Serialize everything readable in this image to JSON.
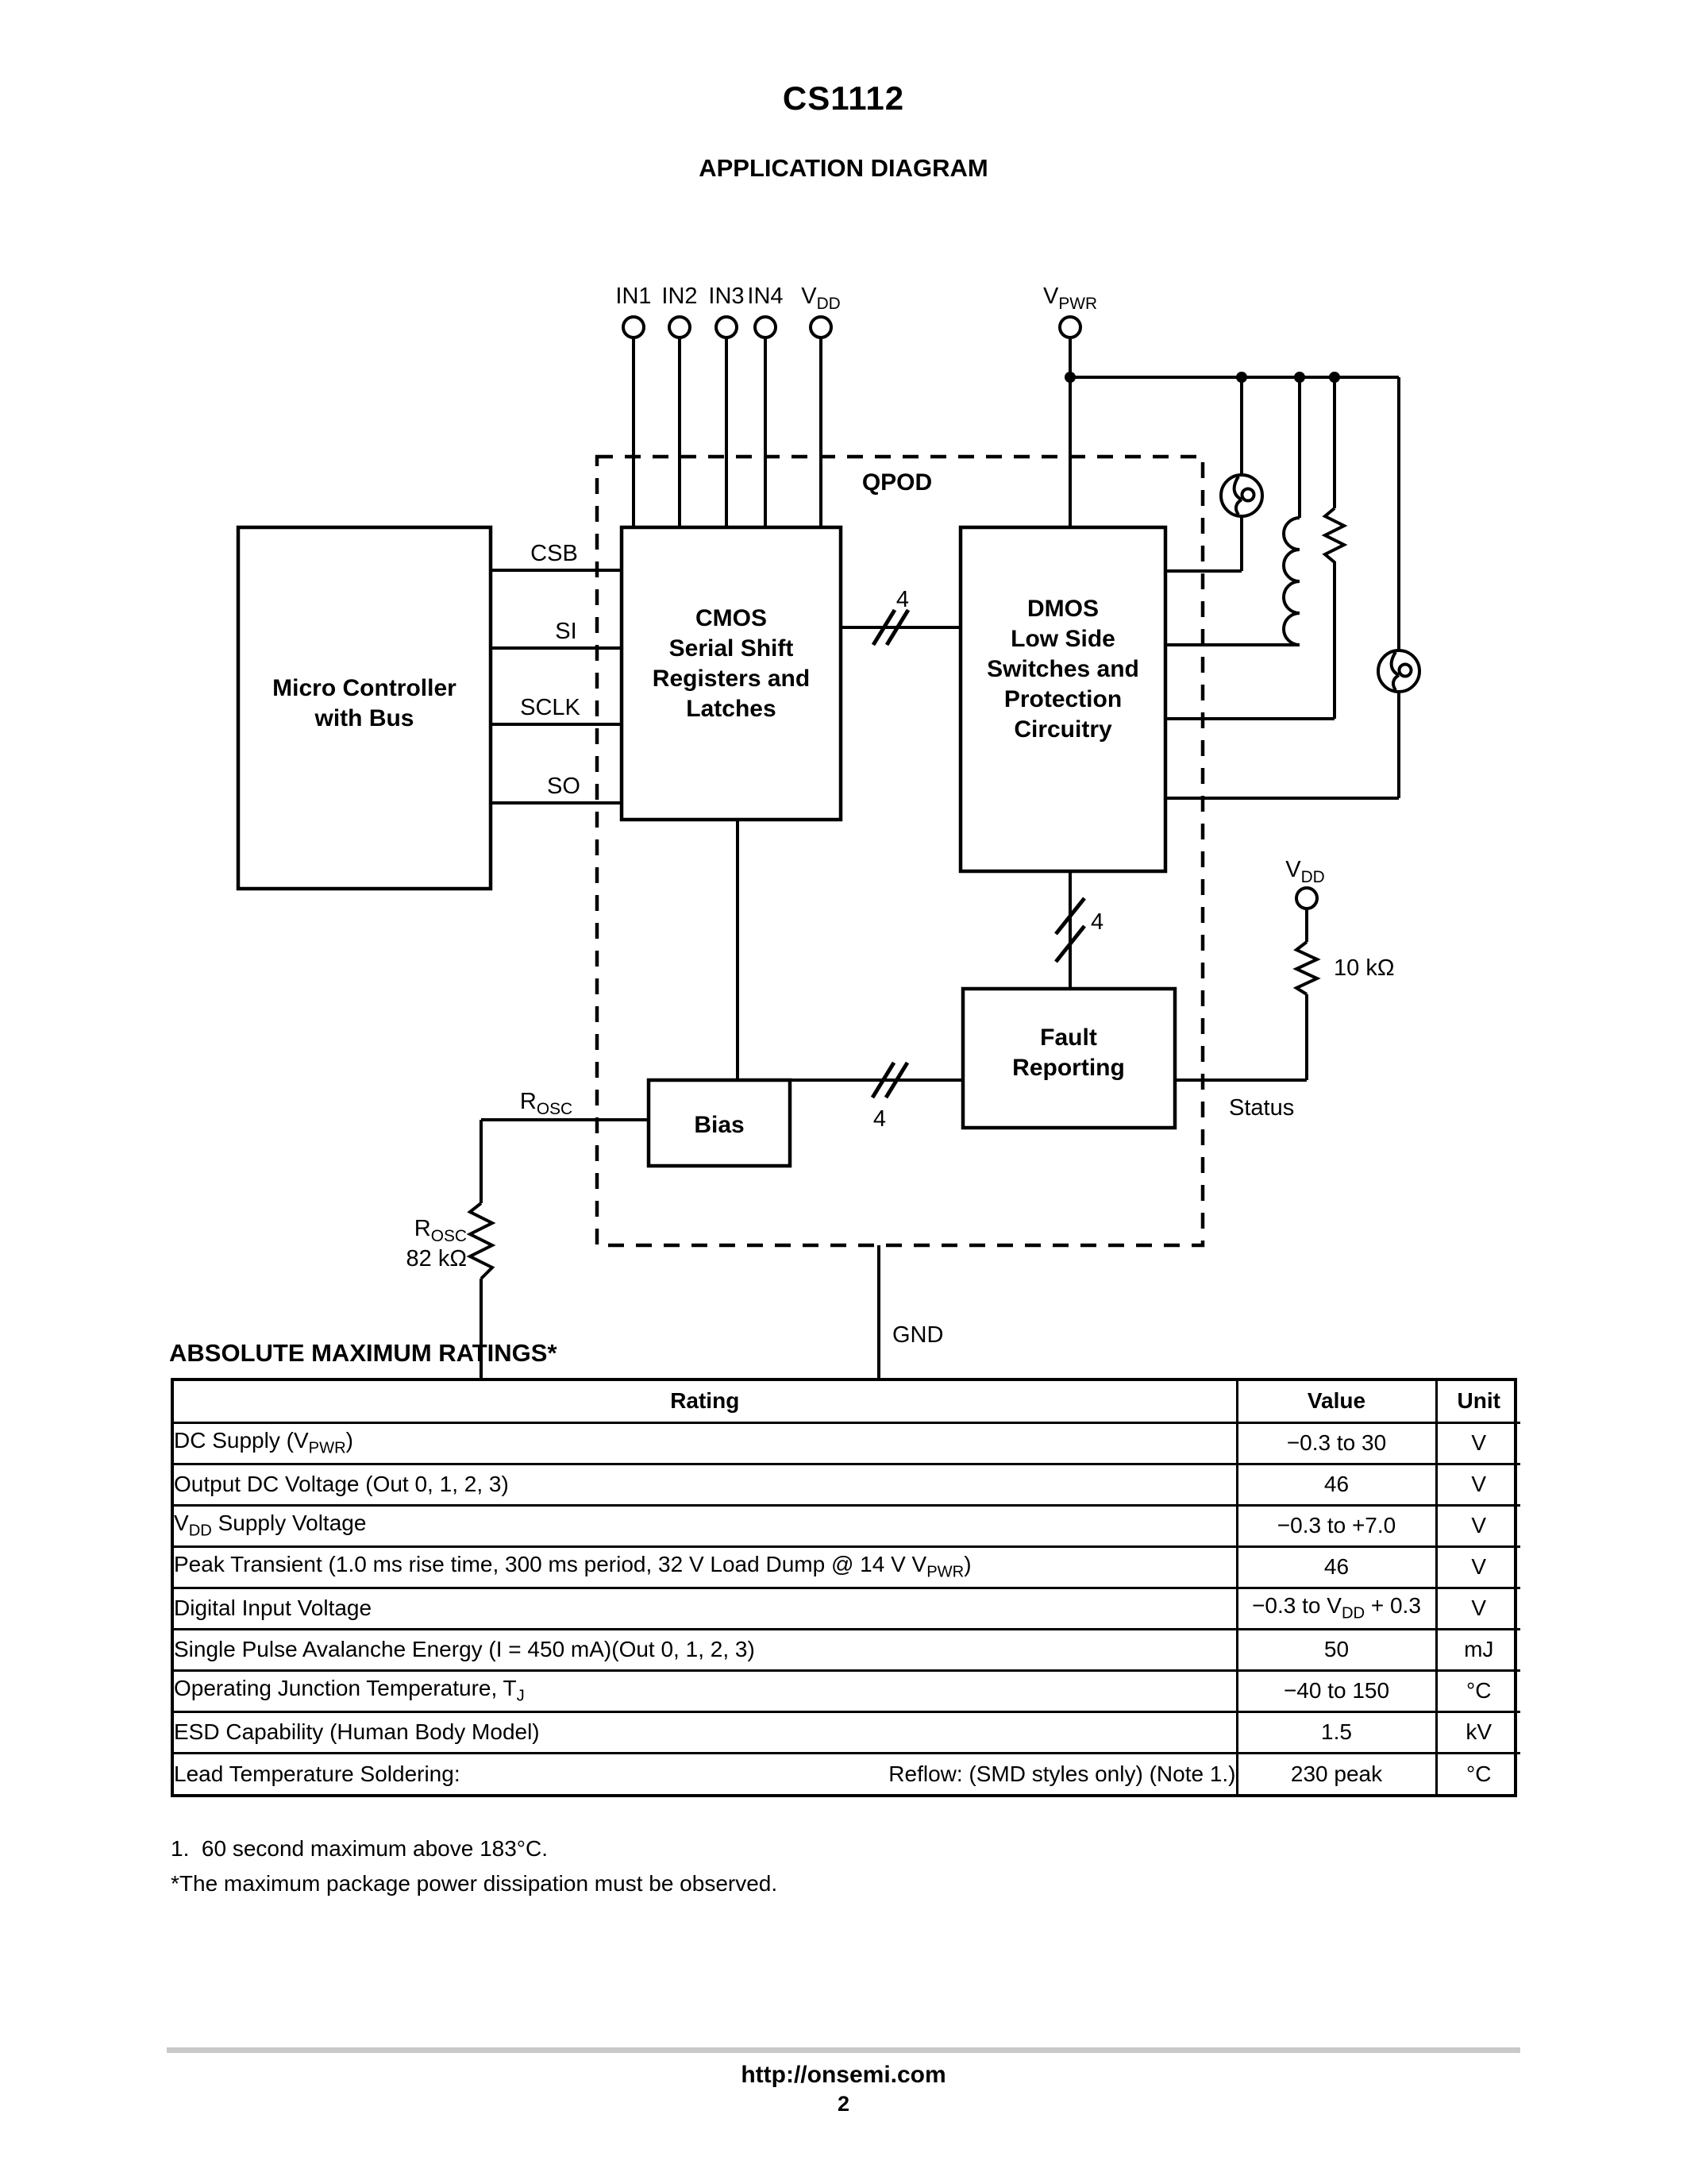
{
  "page": {
    "title": "CS1112",
    "subtitle": "APPLICATION DIAGRAM",
    "footer_url": "http://onsemi.com",
    "page_number": "2"
  },
  "diagram": {
    "pins": {
      "in1": "IN1",
      "in2": "IN2",
      "in3": "IN3",
      "in4": "IN4",
      "vdd": "V~DD~",
      "vpwr": "V~PWR~"
    },
    "qpod_label": "QPOD",
    "signals": {
      "csb": "CSB",
      "si": "SI",
      "sclk": "SCLK",
      "so": "SO"
    },
    "blocks": {
      "micro": {
        "lines": [
          "Micro Controller",
          "with Bus"
        ]
      },
      "cmos": {
        "lines": [
          "CMOS",
          "Serial Shift",
          "Registers and",
          "Latches"
        ]
      },
      "dmos": {
        "lines": [
          "DMOS",
          "Low Side",
          "Switches and",
          "Protection",
          "Circuitry"
        ]
      },
      "fault": {
        "lines": [
          "Fault",
          "Reporting"
        ]
      },
      "bias": {
        "lines": [
          "Bias"
        ]
      }
    },
    "bus_width": "4",
    "rosc_wire_label": "R~OSC~",
    "rosc_res_label": "R~OSC~",
    "rosc_res_value": "82 kΩ",
    "pullup_vdd": "V~DD~",
    "pullup_value": "10 kΩ",
    "status_label": "Status",
    "gnd_label": "GND"
  },
  "ratings": {
    "heading": "ABSOLUTE MAXIMUM RATINGS*",
    "columns": [
      "Rating",
      "Value",
      "Unit"
    ],
    "rows": [
      {
        "rating": "DC Supply (V~PWR~)",
        "value": "−0.3 to 30",
        "unit": "V"
      },
      {
        "rating": "Output DC Voltage (Out 0, 1, 2, 3)",
        "value": "46",
        "unit": "V"
      },
      {
        "rating": "V~DD~ Supply Voltage",
        "value": "−0.3 to +7.0",
        "unit": "V"
      },
      {
        "rating": "Peak Transient (1.0 ms rise time, 300 ms period, 32 V Load Dump @ 14 V V~PWR~)",
        "value": "46",
        "unit": "V"
      },
      {
        "rating": "Digital Input Voltage",
        "value": "−0.3 to V~DD~ + 0.3",
        "unit": "V"
      },
      {
        "rating": "Single Pulse Avalanche Energy (I = 450 mA)(Out 0, 1, 2, 3)",
        "value": "50",
        "unit": "mJ"
      },
      {
        "rating": "Operating Junction Temperature, T~J~",
        "value": "−40 to 150",
        "unit": "°C"
      },
      {
        "rating": "ESD Capability (Human Body Model)",
        "value": "1.5",
        "unit": "kV"
      },
      {
        "rating": "Lead Temperature Soldering:",
        "rating_right": "Reflow: (SMD styles only) (Note 1.)",
        "value": "230 peak",
        "unit": "°C"
      }
    ],
    "notes": [
      "1.  60 second maximum above 183°C.",
      "*The maximum package power dissipation must be observed."
    ]
  }
}
